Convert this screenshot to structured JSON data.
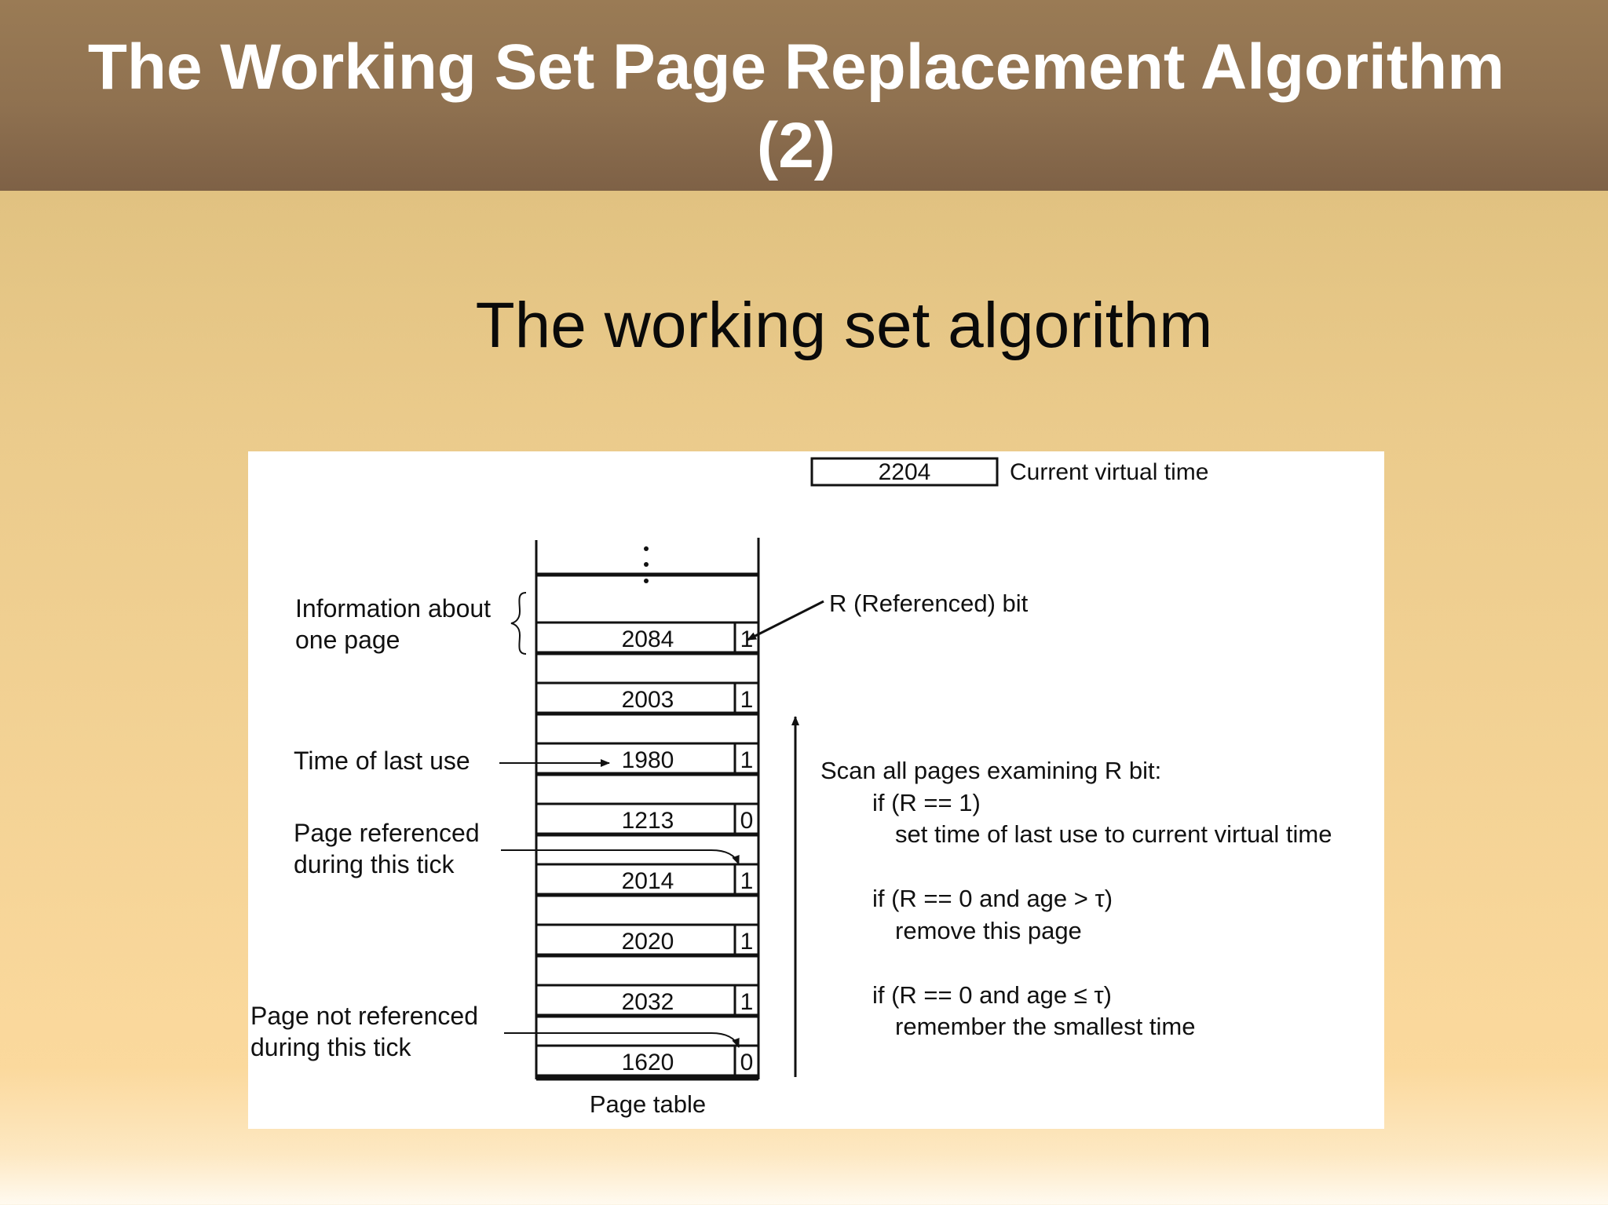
{
  "slide": {
    "title_line1": "The Working Set Page Replacement Algorithm",
    "title_line2": "(2)",
    "subtitle": "The working set algorithm"
  },
  "diagram": {
    "current_time_value": "2204",
    "current_time_label": "Current virtual time",
    "r_bit_label": "R (Referenced) bit",
    "info_label_line1": "Information about",
    "info_label_line2": "one page",
    "time_last_use_label": "Time of last use",
    "page_ref_line1": "Page referenced",
    "page_ref_line2": "during this tick",
    "page_not_ref_line1": "Page not referenced",
    "page_not_ref_line2": "during this tick",
    "page_table_label": "Page table",
    "rows": [
      {
        "time": "2084",
        "r": "1"
      },
      {
        "time": "2003",
        "r": "1"
      },
      {
        "time": "1980",
        "r": "1"
      },
      {
        "time": "1213",
        "r": "0"
      },
      {
        "time": "2014",
        "r": "1"
      },
      {
        "time": "2020",
        "r": "1"
      },
      {
        "time": "2032",
        "r": "1"
      },
      {
        "time": "1620",
        "r": "0"
      }
    ],
    "scan_lines": [
      "Scan all pages examining R bit:",
      "if (R == 1)",
      "set time of last use to current virtual time",
      "if (R == 0 and age > τ)",
      "remove this page",
      "if (R == 0 and age ≤ τ)",
      "remember the smallest time"
    ]
  }
}
